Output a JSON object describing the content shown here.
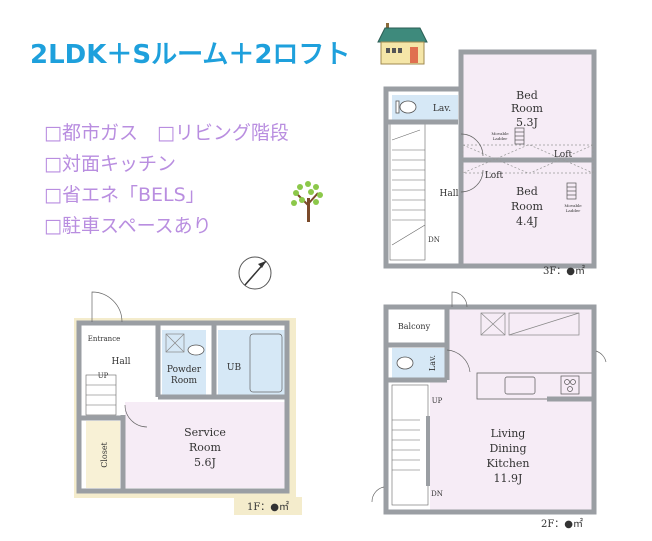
{
  "header": {
    "title": "2LDK＋Sルーム＋2ロフト"
  },
  "features": [
    "□都市ガス　□リビング階段",
    "□対面キッチン",
    "□省エネ「BELS」",
    "□駐車スペースあり"
  ],
  "icons": [
    "house-icon",
    "tree-icon",
    "compass-icon"
  ],
  "colors": {
    "title": "#1ea0dc",
    "features": "#b98ee0",
    "bedroom_fill": "#f6ecf6",
    "wet_area_fill": "#d6e8f6",
    "wall": "#9a9ea3"
  },
  "floor3": {
    "lav": "Lav.",
    "bed1": [
      "Bed",
      "Room",
      "5.3J"
    ],
    "bed2": [
      "Bed",
      "Room",
      "4.4J"
    ],
    "loft1": "Loft",
    "loft2": "Loft",
    "ladder1": [
      "Movable",
      "Ladder"
    ],
    "ladder2": [
      "Movable",
      "Ladder"
    ],
    "hall": "Hall",
    "dn": "DN",
    "area": "3F：●㎡"
  },
  "floor1": {
    "entrance": "Entrance",
    "hall": "Hall",
    "up": "UP",
    "powder": [
      "Powder",
      "Room"
    ],
    "ub": "UB",
    "service": [
      "Service",
      "Room",
      "5.6J"
    ],
    "closet": "Closet",
    "area": "1F：●㎡"
  },
  "floor2": {
    "balcony": "Balcony",
    "lav": "Lav.",
    "up": "UP",
    "dn": "DN",
    "ldk": [
      "Living",
      "Dining",
      "Kitchen",
      "11.9J"
    ],
    "area": "2F：●㎡"
  }
}
